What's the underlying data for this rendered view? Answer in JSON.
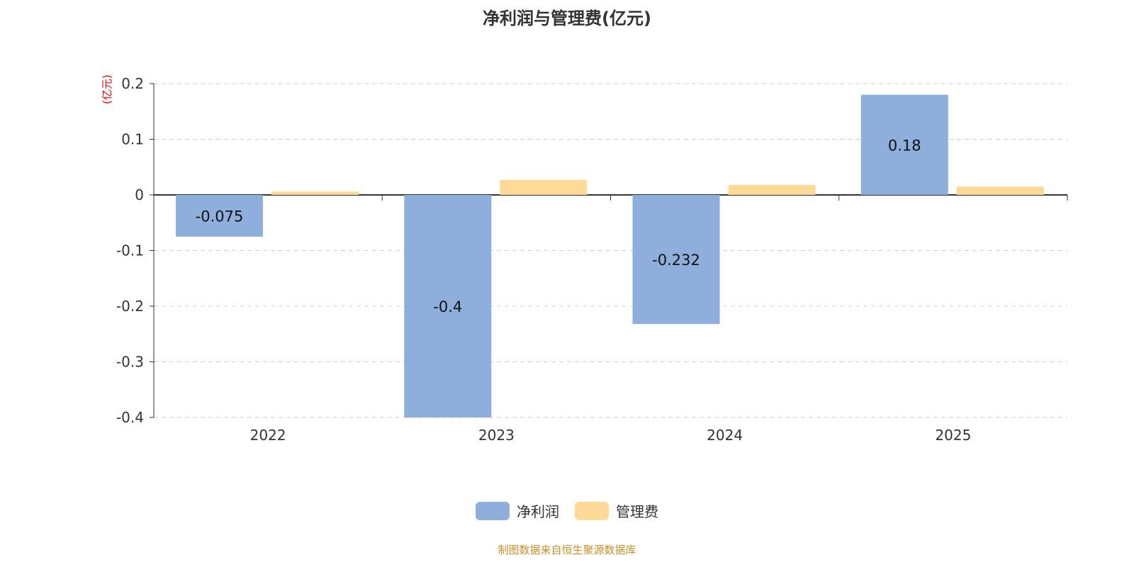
{
  "chart_data": {
    "type": "bar",
    "title": "净利润与管理费(亿元)",
    "ylabel": "(亿元)",
    "categories": [
      "2022",
      "2023",
      "2024",
      "2025"
    ],
    "series": [
      {
        "name": "净利润",
        "values": [
          -0.075,
          -0.4,
          -0.232,
          0.18
        ],
        "labels": [
          "-0.075",
          "-0.4",
          "-0.232",
          "0.18"
        ],
        "color": "#8eaedb"
      },
      {
        "name": "管理费",
        "values": [
          0.006,
          0.027,
          0.018,
          0.015
        ],
        "color": "#fed998"
      }
    ],
    "ylim": [
      -0.4,
      0.2
    ],
    "yticks": [
      "0.2",
      "0.1",
      "0",
      "-0.1",
      "-0.2",
      "-0.3",
      "-0.4"
    ],
    "grid": true,
    "legend": "bottom"
  },
  "source": "制图数据来自恒生聚源数据库"
}
